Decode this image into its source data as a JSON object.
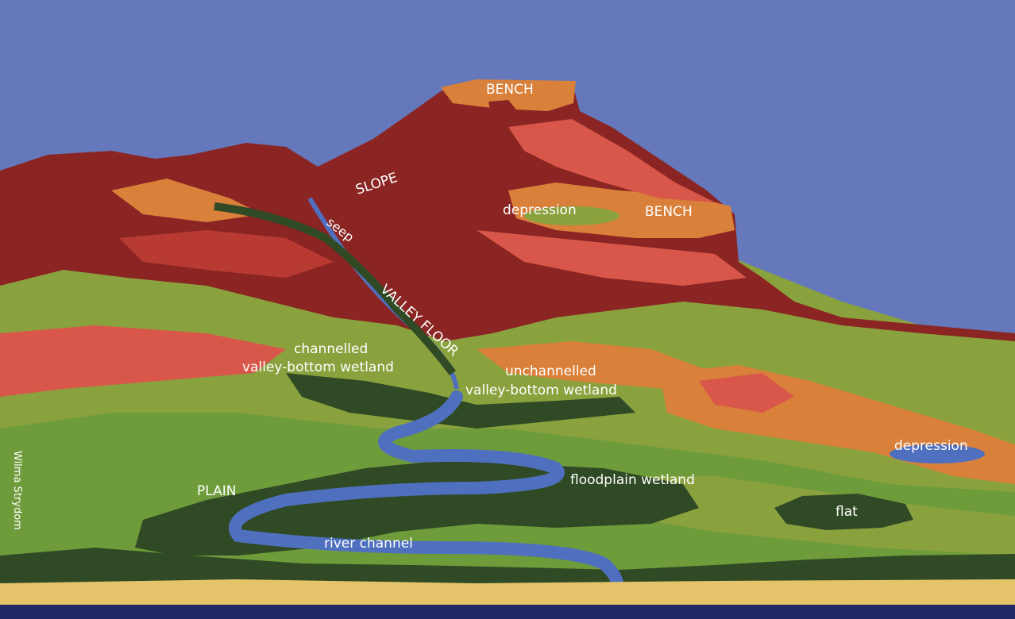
{
  "labels": {
    "bench_top": "BENCH",
    "bench_right": "BENCH",
    "slope": "SLOPE",
    "seep": "seep",
    "depression_top": "depression",
    "valley_floor": "VALLEY FLOOR",
    "channelled_line1": "channelled",
    "channelled_line2": "valley-bottom wetland",
    "unchannelled_line1": "unchannelled",
    "unchannelled_line2": "valley-bottom wetland",
    "depression_right": "depression",
    "plain": "PLAIN",
    "floodplain": "floodplain wetland",
    "flat": "flat",
    "river_channel": "river channel",
    "credit": "Wilma Strydom"
  },
  "colors": {
    "sky": "#6478bb",
    "dark_red": "#8b2523",
    "red": "#b83a32",
    "coral": "#d9574a",
    "orange": "#d9803a",
    "tan": "#c9a04a",
    "olive": "#8aa23e",
    "green": "#6f9c3b",
    "dark_green": "#2f4a24",
    "water": "#4f6fbf",
    "sand": "#e4c36a",
    "deep_water": "#1f2a66"
  }
}
